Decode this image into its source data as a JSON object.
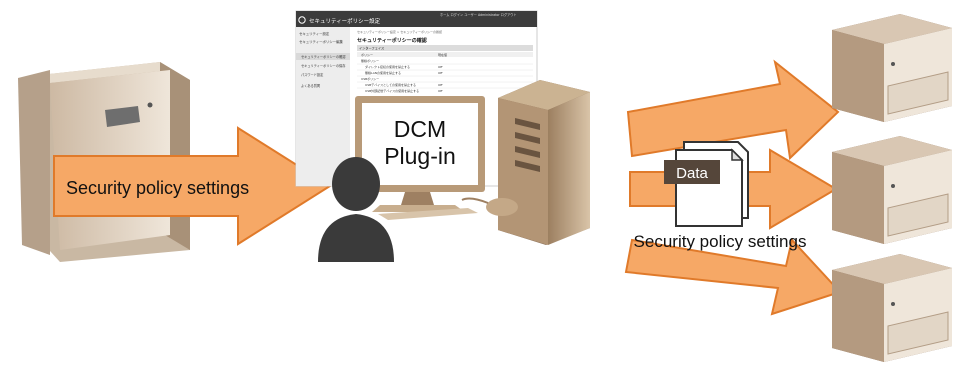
{
  "labels": {
    "left_arrow": "Security policy settings",
    "plugin_line1": "DCM",
    "plugin_line2": "Plug-in",
    "data_badge": "Data",
    "right_caption": "Security policy settings"
  },
  "screen": {
    "app_title": "セキュリティーポリシー設定",
    "header_links": "ホーム   ログイン ユーザー   Administrator ログアウト",
    "sidebar_items": [
      "セキュリティー設定",
      "セキュリティーポリシー編集",
      "セキュリティーポリシーの確認",
      "セキュリティーポリシーの保存",
      "パスワード設定",
      "よくある質問"
    ],
    "breadcrumb": "セキュリティーポリシー設定 > セキュリティーポリシーの確認",
    "page_title": "セキュリティーポリシーの確認",
    "section_header": "インターフェイス",
    "table_header": [
      "ポリシー",
      "現在値"
    ],
    "rows": [
      {
        "label": "無線ポリシー",
        "value": ""
      },
      {
        "label": "ダイレクト接続の使用を禁止する",
        "value": "Off"
      },
      {
        "label": "無線LANの使用を禁止する",
        "value": "Off"
      },
      {
        "label": "USBポリシー",
        "value": ""
      },
      {
        "label": "USBデバイスとしての使用を禁止する",
        "value": "Off"
      },
      {
        "label": "USB外部記憶デバイスの使用を禁止する",
        "value": "Off"
      }
    ]
  },
  "colors": {
    "arrow_fill": "#f6a866",
    "arrow_stroke": "#e07a2a",
    "printer_body": "#e7dccd",
    "printer_shade": "#b9a48e",
    "monitor_frame": "#b89a78",
    "person": "#3a3a3a",
    "screen_header": "#3c3c3c"
  }
}
